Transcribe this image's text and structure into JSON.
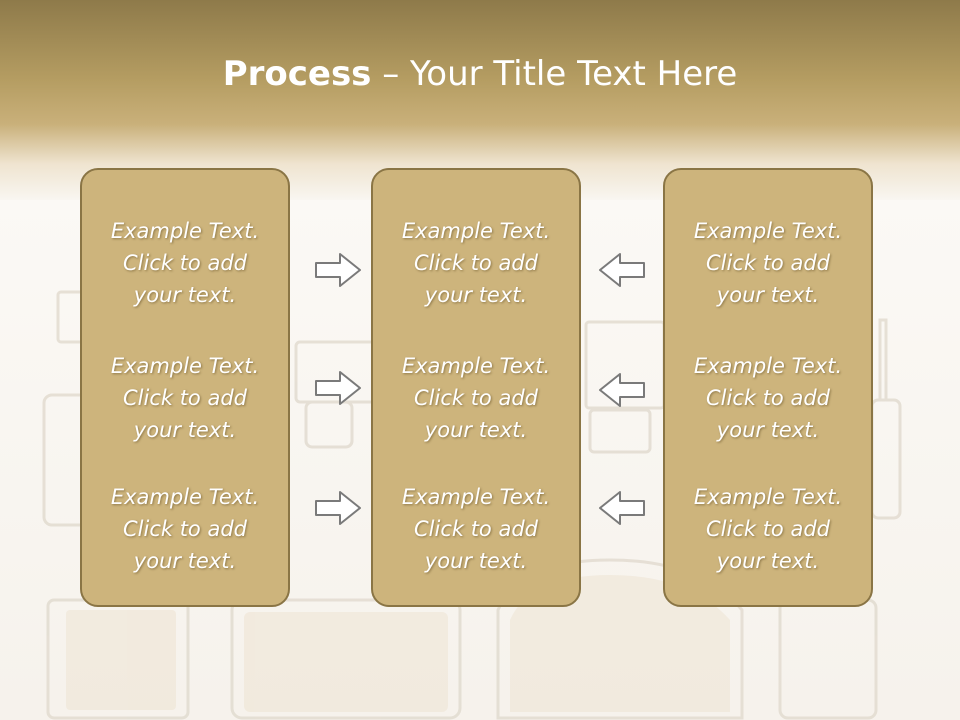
{
  "title": {
    "bold": "Process",
    "rest": " – Your Title Text Here"
  },
  "columns": [
    {
      "blocks": [
        "Example Text.\nClick  to add\nyour text.",
        "Example Text.\nClick  to add\nyour text.",
        "Example Text.\nClick  to add\nyour text."
      ]
    },
    {
      "blocks": [
        "Example Text.\nClick  to add\nyour text.",
        "Example Text.\nClick  to add\nyour text.",
        "Example Text.\nClick  to add\nyour text."
      ]
    },
    {
      "blocks": [
        "Example Text.\nClick  to add\nyour text.",
        "Example Text.\nClick  to add\nyour text.",
        "Example Text.\nClick  to add\nyour text."
      ]
    }
  ],
  "arrows": {
    "left_group": "right-arrow-icon",
    "right_group": "left-arrow-icon"
  },
  "colors": {
    "panel_fill": "#cdb47c",
    "panel_border": "#8a7545",
    "header": "#b59d62",
    "text": "#ffffff"
  }
}
